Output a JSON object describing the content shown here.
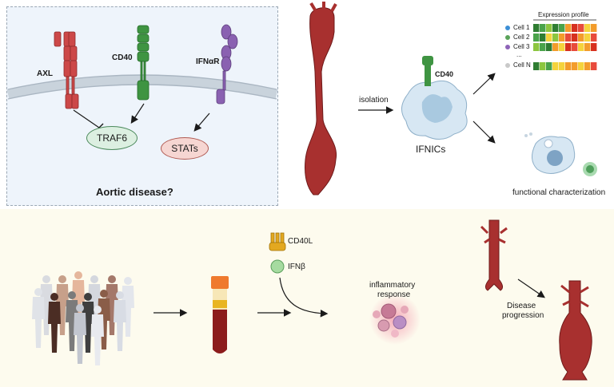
{
  "top_left": {
    "receptors": {
      "axl": "AXL",
      "cd40": "CD40",
      "ifnar": "IFNαR"
    },
    "traf6": "TRAF6",
    "stats": "STATs",
    "question": "Aortic disease?"
  },
  "top_middle": {
    "arrow_label": "isolation",
    "receptor_label": "CD40",
    "cell_label": "IFNICs"
  },
  "top_right": {
    "expression_title": "Expression profile",
    "cells": [
      {
        "label": "Cell 1",
        "color": "#3c8fd6"
      },
      {
        "label": "Cell 2",
        "color": "#5aa35a"
      },
      {
        "label": "Cell 3",
        "color": "#8e64b8"
      },
      {
        "label": "...",
        "color": ""
      },
      {
        "label": "Cell N",
        "color": "#c9c9c9"
      }
    ],
    "functional_label": "functional characterization"
  },
  "bottom": {
    "cd40l_label": "CD40L",
    "ifnb_label": "IFNβ",
    "response_label_line1": "inflammatory",
    "response_label_line2": "response",
    "progression_line1": "Disease",
    "progression_line2": "progression"
  },
  "colors": {
    "aorta": "#a8302f",
    "receptor_red": "#cc4848",
    "receptor_green": "#3f9442",
    "receptor_purple": "#8a61b1",
    "traf6_fill": "#dcefe1",
    "stats_fill": "#f6d6d2"
  }
}
